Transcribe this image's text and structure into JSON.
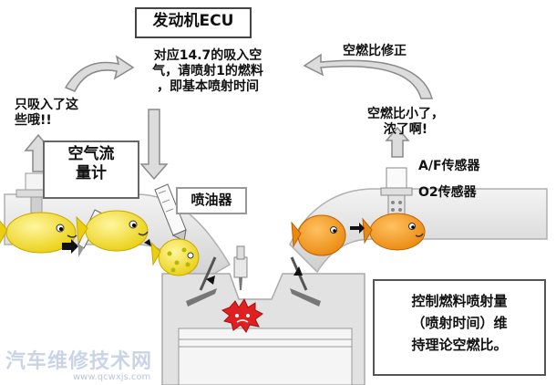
{
  "ecu": {
    "title": "发动机ECU",
    "text": "对应14.7的吸入空\n气，请喷射1的燃料\n，即基本喷射时间"
  },
  "intake": {
    "note": "只吸入了这\n些哦!!",
    "air_flow_meter": "空气流\n量计"
  },
  "injector": {
    "label": "喷油器"
  },
  "exhaust": {
    "correction": "空燃比修正",
    "rich_note": "空燃比小了，\n浓了啊!",
    "af_sensor": "A/F传感器",
    "o2_sensor": "O2传感器"
  },
  "control": {
    "text": "控制燃料喷射量\n（喷射时间）维\n持理论空燃比。"
  },
  "watermark": {
    "cn": "汽车维修技术网",
    "url": "www.qcwxjs.com"
  },
  "colors": {
    "fish_yellow": "#f2dc1c",
    "fish_orange": "#f39a1e",
    "flame_red": "#e02020",
    "pipe_gray": "#d8d8d8"
  }
}
